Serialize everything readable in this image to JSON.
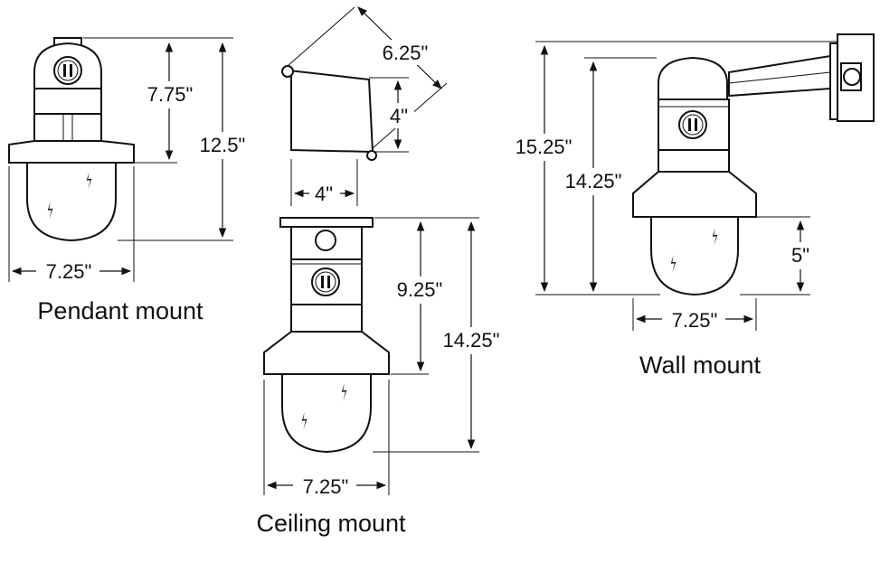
{
  "pendant": {
    "caption": "Pendant mount",
    "dim_height_body": "7.75\"",
    "dim_height_total": "12.5\"",
    "dim_width": "7.25\""
  },
  "ceiling": {
    "caption": "Ceiling mount",
    "dim_plate_diagonal": "6.25\"",
    "dim_plate_side": "4\"",
    "dim_plate_width": "4\"",
    "dim_height_body": "9.25\"",
    "dim_height_total": "14.25\"",
    "dim_width": "7.25\""
  },
  "wall": {
    "caption": "Wall mount",
    "dim_height_total": "15.25\"",
    "dim_height_body": "14.25\"",
    "dim_globe": "5\"",
    "dim_width": "7.25\""
  }
}
